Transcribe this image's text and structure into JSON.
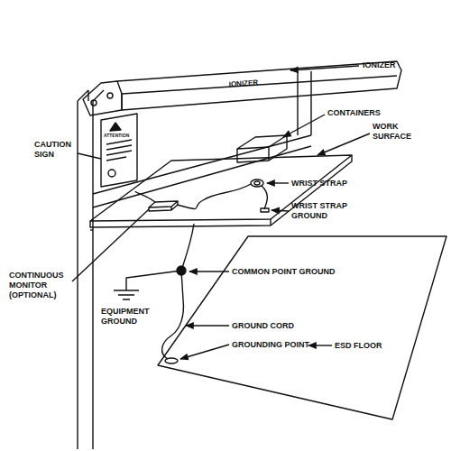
{
  "diagram": {
    "labels": [
      "IONIZER",
      "IONIZER",
      "ATTENTION",
      "CONTAINERS",
      "WORK SURFACE",
      "CAUTION SIGN",
      "WRIST STRAP",
      "WRIST STRAP GROUND",
      "CONTINUOUS MONITOR (OPTIONAL)",
      "COMMON POINT GROUND",
      "EQUIPMENT GROUND",
      "GROUND CORD",
      "GROUNDING POINT",
      "ESD FLOOR"
    ]
  }
}
